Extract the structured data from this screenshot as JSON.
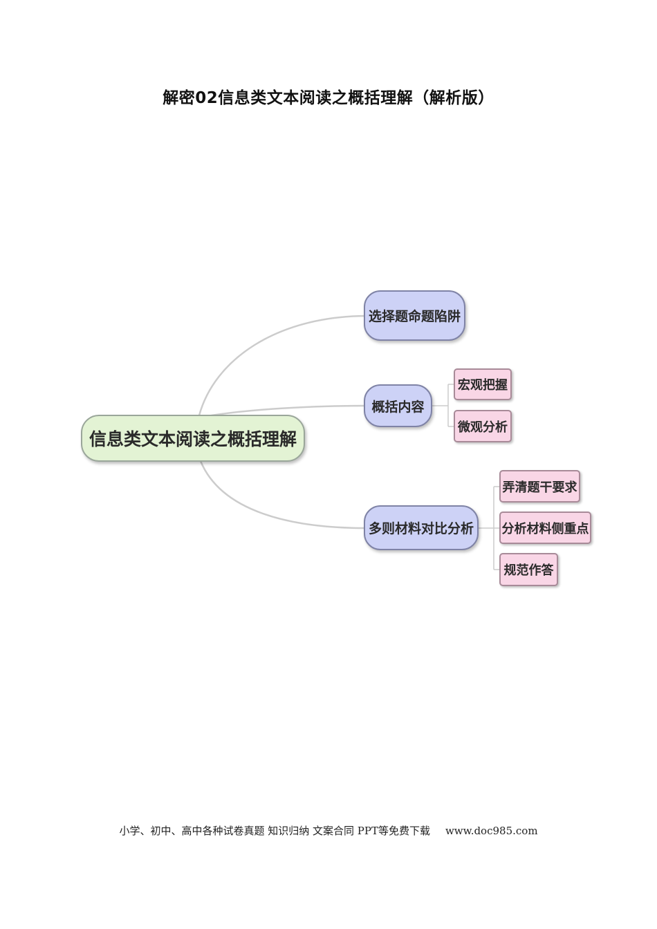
{
  "document": {
    "title": "解密02信息类文本阅读之概括理解（解析版）"
  },
  "mindmap": {
    "root": "信息类文本阅读之概括理解",
    "branches": [
      {
        "label": "选择题命题陷阱",
        "children": []
      },
      {
        "label": "概括内容",
        "children": [
          "宏观把握",
          "微观分析"
        ]
      },
      {
        "label": "多则材料对比分析",
        "children": [
          "弄清题干要求",
          "分析材料侧重点",
          "规范作答"
        ]
      }
    ]
  },
  "footer": {
    "text": "小学、初中、高中各种试卷真题 知识归纳 文案合同 PPT等免费下载",
    "url": "www.doc985.com"
  },
  "colors": {
    "root_fill": "#e3f3d4",
    "branch_fill": "#cdd2f6",
    "leaf_fill": "#f9d6e6",
    "connector": "#cfcfcf"
  }
}
